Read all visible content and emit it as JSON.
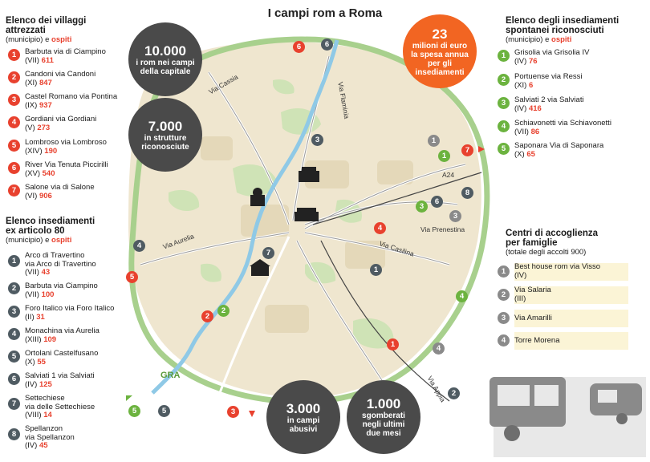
{
  "title": "I campi rom a Roma",
  "colors": {
    "red": "#e8412e",
    "dark": "#4f5b62",
    "green": "#6cb33f",
    "gray": "#8a8a8a",
    "orange": "#f26522",
    "ring": "#a8d08d"
  },
  "attrezzati": {
    "title_line1": "Elenco dei villaggi",
    "title_line2": "attrezzati",
    "sub_prefix": "(municipio) e ",
    "sub_hl": "ospiti",
    "items": [
      {
        "n": "1",
        "line1": "Barbuta via di Ciampino",
        "mun": "(VII)",
        "num": "611"
      },
      {
        "n": "2",
        "line1": "Candoni via Candoni",
        "mun": "(XI)",
        "num": "847"
      },
      {
        "n": "3",
        "line1": "Castel Romano via Pontina",
        "mun": "(IX)",
        "num": "937"
      },
      {
        "n": "4",
        "line1": "Gordiani via Gordiani",
        "mun": "(V)",
        "num": "273"
      },
      {
        "n": "5",
        "line1": "Lombroso via Lombroso",
        "mun": "(XIV)",
        "num": "190"
      },
      {
        "n": "6",
        "line1": "River Via Tenuta Piccirilli",
        "mun": "(XV)",
        "num": "540"
      },
      {
        "n": "7",
        "line1": "Salone via di Salone",
        "mun": "(VI)",
        "num": "906"
      }
    ]
  },
  "ex80": {
    "title_line1": "Elenco insediamenti",
    "title_line2": "ex articolo 80",
    "sub_prefix": "(municipio) e ",
    "sub_hl": "ospiti",
    "items": [
      {
        "n": "1",
        "line1": "Arco di Travertino",
        "line2": "via Arco di Travertino",
        "mun": "(VII)",
        "num": "43"
      },
      {
        "n": "2",
        "line1": "Barbuta via Ciampino",
        "line2": "",
        "mun": "(VII)",
        "num": "100"
      },
      {
        "n": "3",
        "line1": "Foro Italico via Foro Italico",
        "line2": "",
        "mun": "(II)",
        "num": "31"
      },
      {
        "n": "4",
        "line1": "Monachina via Aurelia",
        "line2": "",
        "mun": "(XIII)",
        "num": "109"
      },
      {
        "n": "5",
        "line1": "Ortolani Castelfusano",
        "line2": "",
        "mun": "(X)",
        "num": "55"
      },
      {
        "n": "6",
        "line1": "Salviati 1 via Salviati",
        "line2": "",
        "mun": "(IV)",
        "num": "125"
      },
      {
        "n": "7",
        "line1": "Settechiese",
        "line2": "via delle Settechiese",
        "mun": "(VIII)",
        "num": "14"
      },
      {
        "n": "8",
        "line1": "Spellanzon",
        "line2": "via Spellanzon",
        "mun": "(IV)",
        "num": "45"
      }
    ]
  },
  "spontanei": {
    "title_line1": "Elenco degli insediamenti",
    "title_line2": "spontanei riconosciuti",
    "sub_prefix": "(municipio) e ",
    "sub_hl": "ospiti",
    "items": [
      {
        "n": "1",
        "line1": "Grisolia via Grisolia IV",
        "mun": "(IV)",
        "num": "76"
      },
      {
        "n": "2",
        "line1": "Portuense via Ressi",
        "mun": "(XI)",
        "num": "6"
      },
      {
        "n": "3",
        "line1": "Salviati 2 via Salviati",
        "mun": "(IV)",
        "num": "416"
      },
      {
        "n": "4",
        "line1": "Schiavonetti via Schiavonetti",
        "mun": "(VII)",
        "num": "86"
      },
      {
        "n": "5",
        "line1": "Saponara Via di Saponara",
        "mun": "(X)",
        "num": "65"
      }
    ]
  },
  "centri": {
    "title_line1": "Centri di accoglienza",
    "title_line2": "per famiglie",
    "sub": "(totale degli accolti 900)",
    "items": [
      {
        "n": "1",
        "line1": "Best house rom via Visso",
        "mun": "(IV)"
      },
      {
        "n": "2",
        "line1": "Via Salaria",
        "mun": "(III)"
      },
      {
        "n": "3",
        "line1": "Via Amarilli",
        "mun": ""
      },
      {
        "n": "4",
        "line1": "Torre Morena",
        "mun": ""
      }
    ]
  },
  "bubbles": {
    "b1": {
      "big": "10.000",
      "l1": "i rom nei campi",
      "l2": "della capitale",
      "l3": ""
    },
    "b2": {
      "big": "7.000",
      "l1": "in strutture",
      "l2": "riconosciute",
      "l3": ""
    },
    "b3": {
      "big": "23",
      "l1": "milioni di euro",
      "l2": "la spesa annua",
      "l3": "per gli",
      "l4": "insediamenti"
    },
    "b4": {
      "big": "3.000",
      "l1": "in campi",
      "l2": "abusivi",
      "l3": ""
    },
    "b5": {
      "big": "1.000",
      "l1": "sgomberati",
      "l2": "negli ultimi",
      "l3": "due mesi"
    }
  },
  "map_labels": {
    "via_cassia": "Via Cassia",
    "via_flaminia": "Via Flaminia",
    "via_aurelia": "Via Aurelia",
    "via_casilina": "Via Casilina",
    "via_prenestina": "Via Prenestina",
    "via_appia": "Via Appia",
    "a24": "A24",
    "gra": "GRA"
  },
  "markers": {
    "m1": "6",
    "m2": "6",
    "m3": "3",
    "m4": "1",
    "m5": "1",
    "m6": "7",
    "m7": "8",
    "m8": "3",
    "m9": "6",
    "m10": "3",
    "m11": "4",
    "m12": "4",
    "m13": "5",
    "m14": "7",
    "m15": "1",
    "m16": "4",
    "m17": "2",
    "m18": "2",
    "m19": "1",
    "m20": "4",
    "m21": "2",
    "m22": "5",
    "m23": "5",
    "m24": "3"
  }
}
